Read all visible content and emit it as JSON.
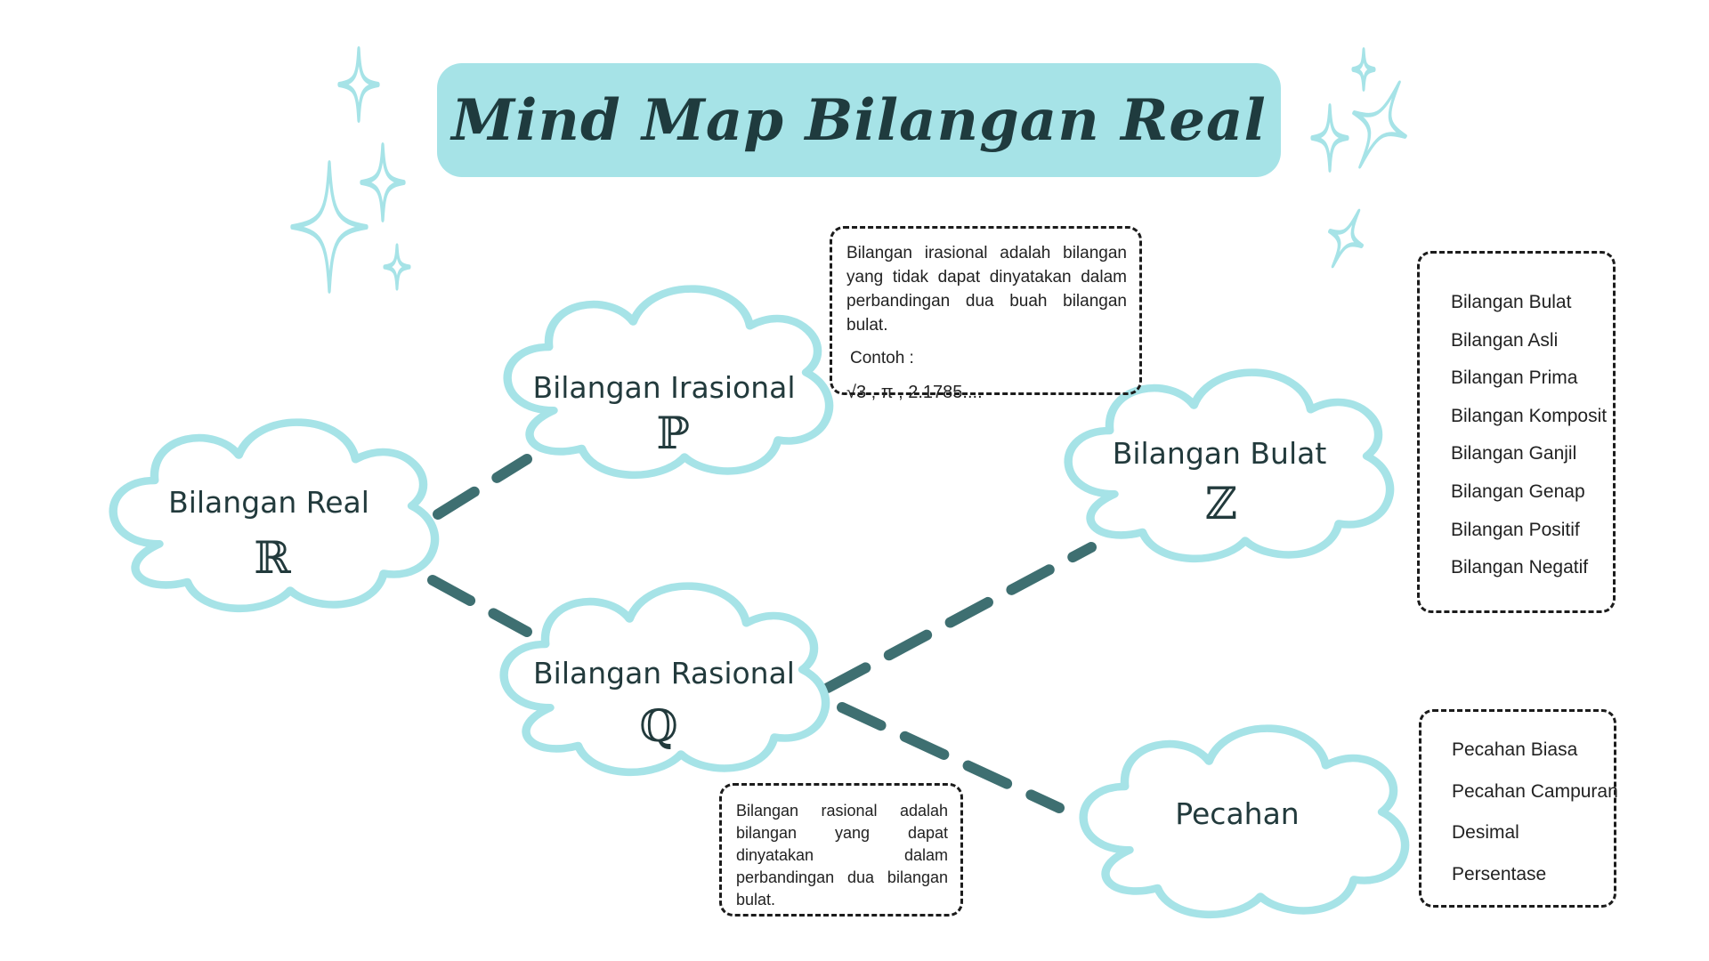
{
  "title": "Mind Map Bilangan Real",
  "colors": {
    "title_bg": "#a6e3e7",
    "cloud_stroke": "#a6e3e7",
    "connector": "#3e6f71",
    "text": "#223a3c",
    "dash_border": "#1c1c1c"
  },
  "nodes": {
    "real": {
      "label": "Bilangan Real",
      "symbol": "ℝ"
    },
    "irasional": {
      "label": "Bilangan Irasional",
      "symbol": "ℙ"
    },
    "rasional": {
      "label": "Bilangan Rasional",
      "symbol": "ℚ"
    },
    "bulat": {
      "label": "Bilangan Bulat",
      "symbol": "ℤ"
    },
    "pecahan": {
      "label": "Pecahan"
    }
  },
  "notes": {
    "irasional": {
      "text": "Bilangan irasional adalah bilangan yang tidak dapat dinyatakan dalam perbandingan dua buah bilangan bulat.",
      "example_label": "Contoh :",
      "example_values": "√3 , π , 2.1785...."
    },
    "rasional": {
      "text": "Bilangan rasional adalah bilangan yang dapat dinyatakan dalam perbandingan dua bilangan bulat."
    }
  },
  "lists": {
    "bulat": [
      "Bilangan Bulat",
      "Bilangan Asli",
      "Bilangan Prima",
      "Bilangan Komposit",
      "Bilangan Ganjil",
      "Bilangan Genap",
      "Bilangan Positif",
      "Bilangan Negatif"
    ],
    "pecahan": [
      "Pecahan Biasa",
      "Pecahan Campuran",
      "Desimal",
      "Persentase"
    ]
  }
}
